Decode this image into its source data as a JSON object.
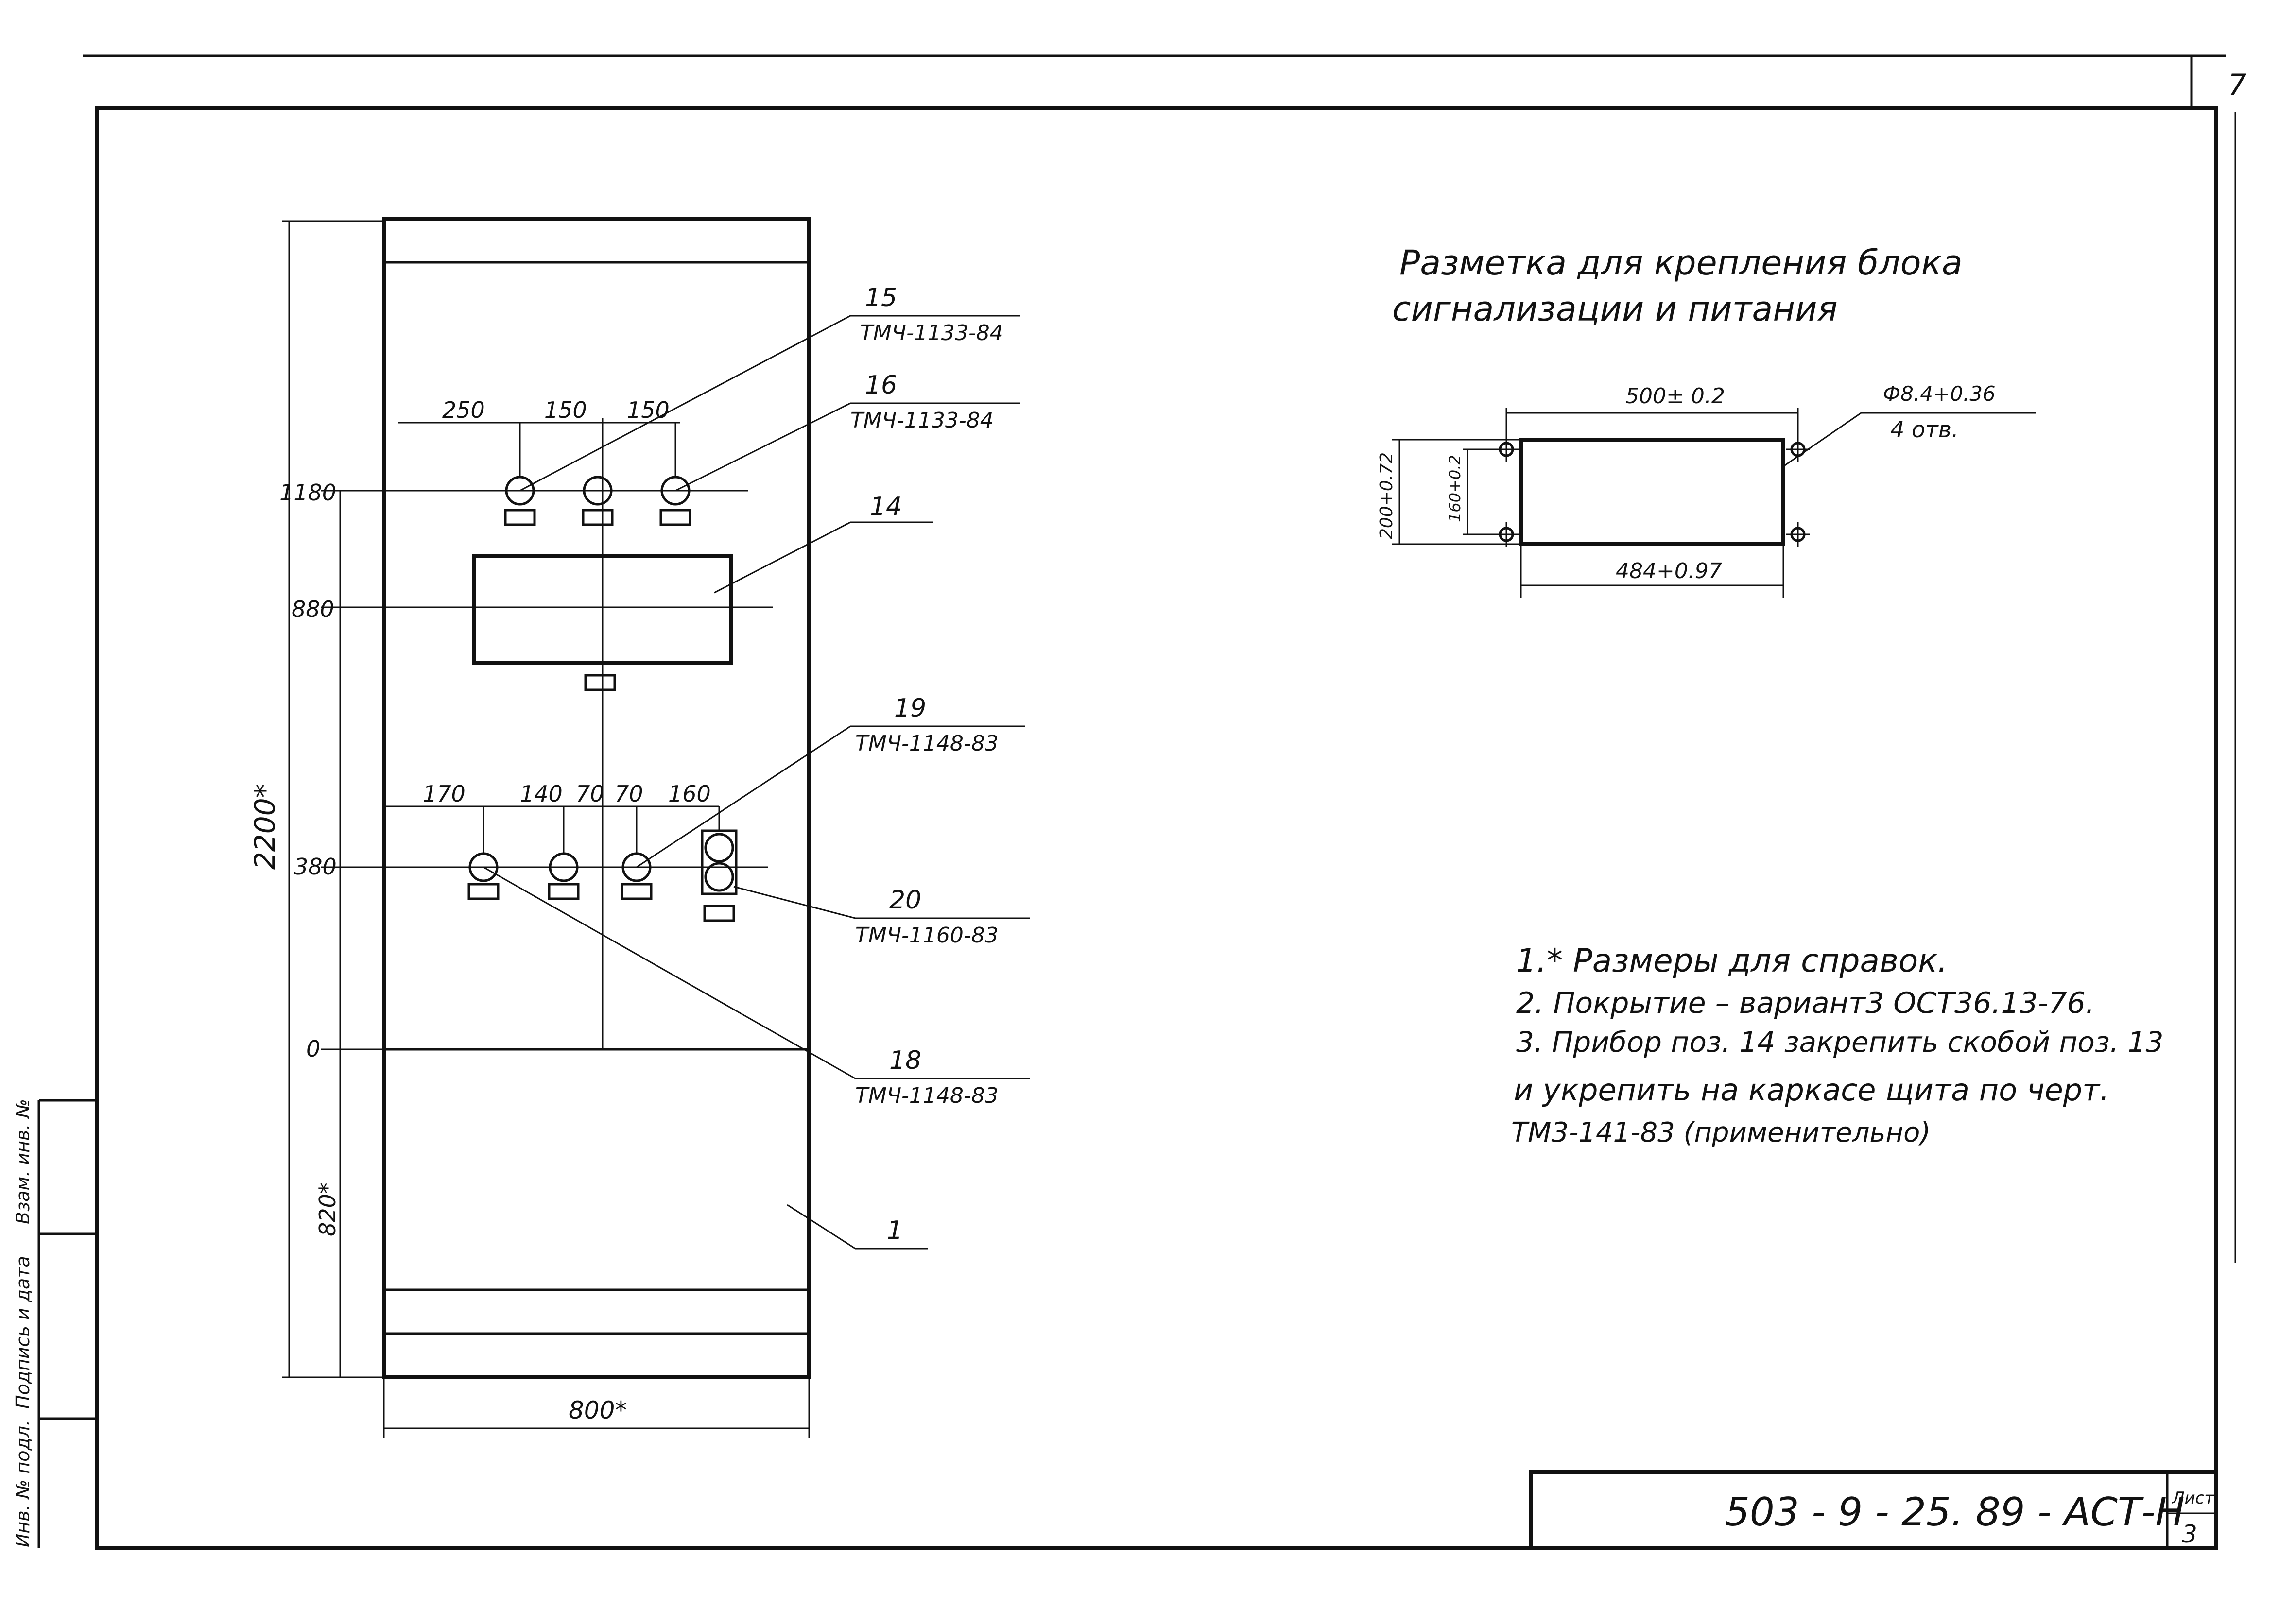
{
  "sheet": {
    "corner_number": "7",
    "drawing_code": "503 - 9 - 25. 89 -  АСТ-Н",
    "list_label": "Лист",
    "list_number": "3",
    "side_stamp_1": "Инв. № подл.",
    "side_stamp_2": "Подпись и дата",
    "side_stamp_3": "Взам. инв. №"
  },
  "panel": {
    "height_label": "2200*",
    "width_label": "800*",
    "base_label": "820*",
    "level_labels": [
      "1180",
      "880",
      "380",
      "0"
    ],
    "top_dims": [
      "250",
      "150",
      "150"
    ],
    "bottom_dims": [
      "170",
      "140",
      "70",
      "70",
      "160"
    ],
    "callouts": [
      {
        "pos": "15",
        "doc": "ТМЧ-1133-84"
      },
      {
        "pos": "16",
        "doc": "ТМЧ-1133-84"
      },
      {
        "pos": "14",
        "doc": ""
      },
      {
        "pos": "19",
        "doc": "ТМЧ-1148-83"
      },
      {
        "pos": "20",
        "doc": "ТМЧ-1160-83"
      },
      {
        "pos": "18",
        "doc": "ТМЧ-1148-83"
      },
      {
        "pos": "1",
        "doc": ""
      }
    ]
  },
  "marking": {
    "title_line1": "Разметка для крепления блока",
    "title_line2": "сигнализации и питания",
    "dim_top": "500± 0.2",
    "dim_bottom": "484+0.97",
    "dim_left_outer": "200+0.72",
    "dim_left_inner": "160+0.2",
    "hole_label": "Ф8.4+0.36",
    "hole_count": "4 отв."
  },
  "notes": [
    "1.* Размеры для справок.",
    "2. Покрытие – вариант3 ОСТ36.13-76.",
    "3. Прибор поз. 14 закрепить скобой поз. 13",
    "и укрепить на каркасе щита по черт.",
    "ТМ3-141-83 (применительно)"
  ]
}
